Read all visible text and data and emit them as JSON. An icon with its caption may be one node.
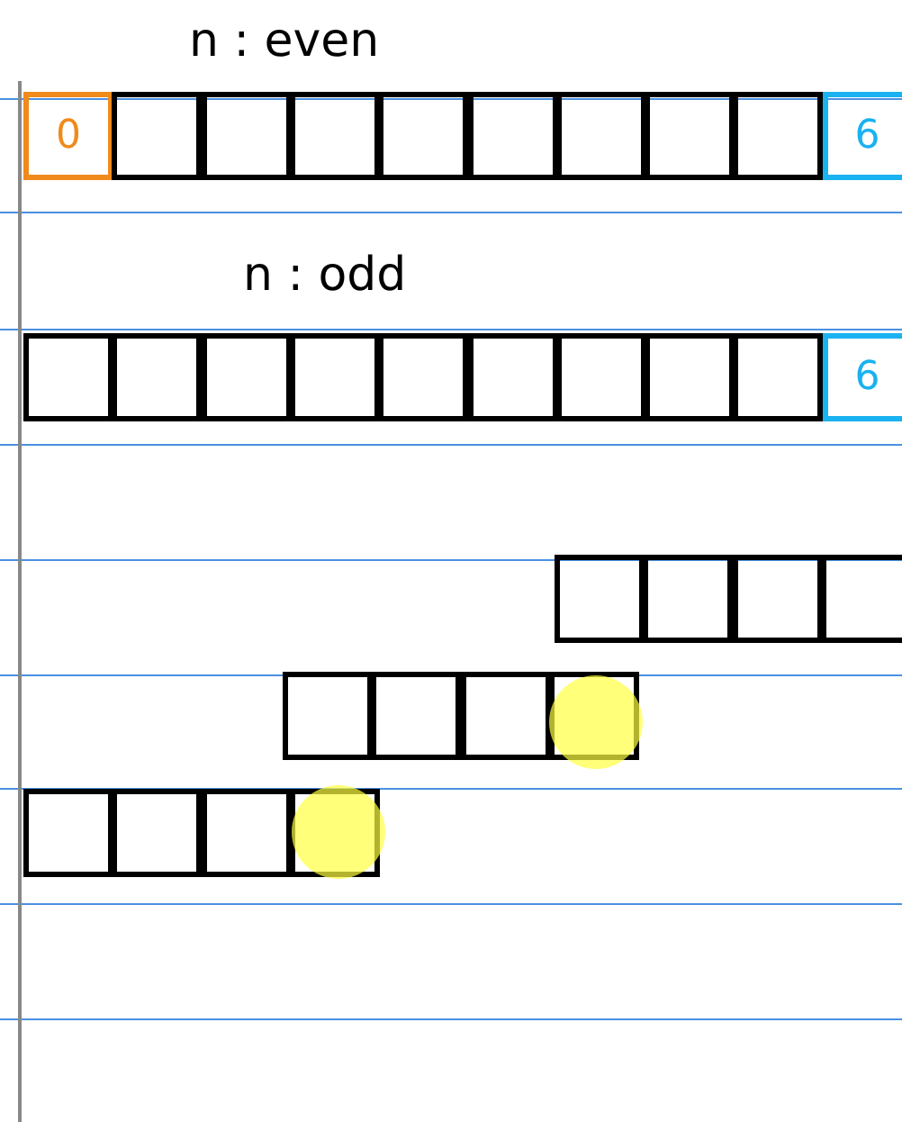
{
  "diagram": {
    "nodes": [
      {
        "text": [
          "0"
        ]
      },
      {
        "text": [],
        "shape": "box"
      },
      {
        "text": [],
        "shape": "box"
      },
      {
        "text": [],
        "shape": "box"
      },
      {
        "text": [],
        "shape": "box"
      },
      {
        "text": [],
        "shape": "box"
      },
      {
        "text": [],
        "shape": "box"
      },
      {
        "text": [],
        "shape": "box"
      },
      {
        "text": [],
        "shape": "box"
      },
      {
        "text": [
          "6"
        ]
      },
      {
        "text": [],
        "shape": "box"
      },
      {
        "text": [],
        "shape": "box"
      },
      {
        "text": [],
        "shape": "box"
      },
      {
        "text": [],
        "shape": "box"
      },
      {
        "text": [],
        "shape": "box"
      },
      {
        "text": [],
        "shape": "box"
      },
      {
        "text": [],
        "shape": "box"
      },
      {
        "text": [],
        "shape": "box"
      },
      {
        "text": [],
        "shape": "box"
      },
      {
        "text": [
          "6"
        ]
      },
      {
        "text": [],
        "shape": "box"
      },
      {
        "text": [],
        "shape": "box"
      },
      {
        "text": [],
        "shape": "box"
      },
      {
        "text": [],
        "shape": "box"
      },
      {
        "text": [],
        "shape": "box"
      },
      {
        "text": [],
        "shape": "box"
      },
      {
        "text": [],
        "shape": "box"
      },
      {
        "text": [],
        "shape": "box"
      },
      {
        "text": [],
        "shape": "box"
      },
      {
        "text": [],
        "shape": "box"
      },
      {
        "text": [],
        "shape": "box"
      },
      {
        "text": [],
        "shape": "box"
      }
    ],
    "labels": [
      "n : even",
      "n : odd"
    ]
  }
}
